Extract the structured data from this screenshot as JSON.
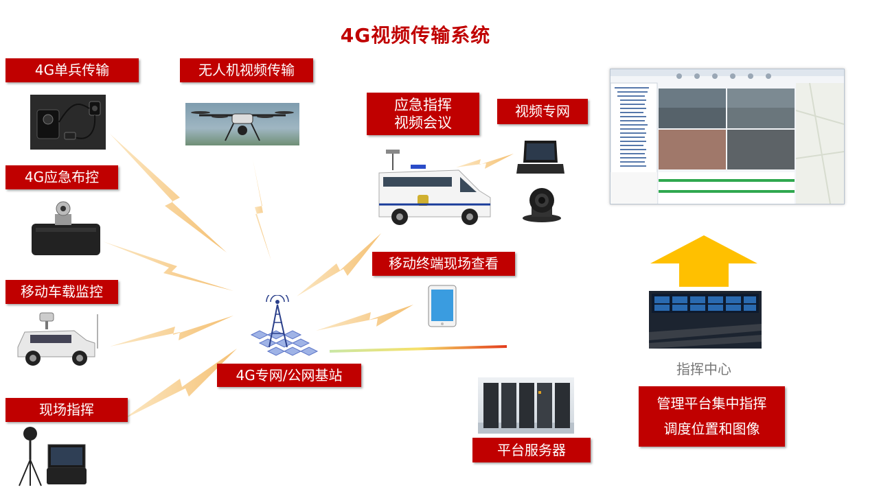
{
  "title": "4G视频传输系统",
  "labels": {
    "soldier": "4G单兵传输",
    "drone": "无人机视频传输",
    "emergency_control": "4G应急布控",
    "vehicle": "移动车载监控",
    "field_command": "现场指挥",
    "video_conference_line1": "应急指挥",
    "video_conference_line2": "视频会议",
    "private_network": "视频专网",
    "mobile_terminal": "移动终端现场查看",
    "base_station": "4G专网/公网基站",
    "platform_server": "平台服务器",
    "command_center": "指挥中心",
    "management_line1": "管理平台集中指挥",
    "management_line2": "调度位置和图像"
  },
  "icons": [
    "body-camera-icon",
    "drone-icon",
    "ptz-camera-case-icon",
    "suv-camera-icon",
    "tripod-camera-case-icon",
    "command-van-icon",
    "laptop-icon",
    "conference-camera-icon",
    "tablet-icon",
    "cell-tower-icon",
    "server-rack-icon",
    "control-room-icon",
    "up-arrow-icon"
  ],
  "colors": {
    "accent": "#c00000",
    "bolt": "#f5c26b",
    "arrow": "#ffc000"
  }
}
